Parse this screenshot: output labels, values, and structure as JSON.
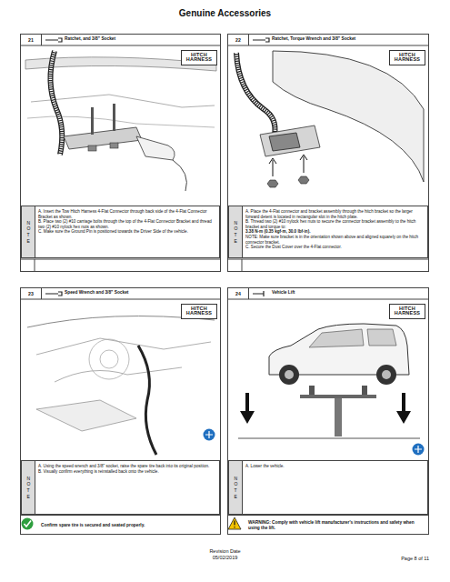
{
  "diagram": {
    "title": "Genuine Accessories",
    "nodes": [
      {
        "text": [
          "21",
          "Ratchet, and 3/8\" Socket"
        ]
      },
      {
        "text": [
          "HITCH HARNESS"
        ],
        "in": 0
      },
      {
        "text": [
          "NOTE",
          "A. Insert the Tow Hitch Harness 4-Flat Connector through back side of the 4-Flat Connector Bracket as shown.",
          "B. Place two (2) #10 carriage bolts through the top of the 4-Flat Connector Bracket and thread two (2) #10 nylock hex nuts as shown.",
          "C. Make sure the Ground Pin is positioned towards the Driver Side of the vehicle."
        ],
        "in": 0
      },
      {
        "text": [
          "22",
          "Ratchet, Torque Wrench and 3/8\" Socket"
        ]
      },
      {
        "text": [
          "HITCH HARNESS"
        ],
        "in": 3
      },
      {
        "text": [
          "NOTE",
          "A. Place the 4-Flat connector and bracket assembly through the hitch bracket so the larger forward detent is located in rectangular slot in the hitch plate.",
          "B. Thread two (2) #10 nylock hex nuts to secure the connector bracket assembly to the hitch bracket and torque to:",
          "3.38 N·m (0.35 kgf·m, 30.0 lbf·in).",
          "NOTE: Make sure bracket is in the orientation shown above and aligned squarely on the hitch connector bracket.",
          "C. Secure the Dust Cover over the 4-Flat connector."
        ],
        "in": 3
      },
      {
        "text": [
          "23",
          "Speed Wrench and 3/8\" Socket"
        ]
      },
      {
        "text": [
          "HITCH HARNESS"
        ],
        "in": 6
      },
      {
        "text": [
          "NOTE",
          "A. Using the speed wrench and 3/8\" socket, raise the spare tire back into its original position.",
          "B. Visually confirm everything is reinstalled back onto the vehicle."
        ],
        "in": 6
      },
      {
        "text": [
          "Confirm spare tire is secured and seated properly."
        ],
        "in": 6
      },
      {
        "text": [
          "24",
          "Vehicle Lift"
        ]
      },
      {
        "text": [
          "HITCH HARNESS"
        ],
        "in": 10
      },
      {
        "text": [
          "NOTE",
          "A. Lower the vehicle."
        ],
        "in": 10
      },
      {
        "text": [
          "WARNING: Comply with vehicle lift manufacturer's instructions and safety when using the lift."
        ],
        "in": 10
      }
    ],
    "labels": [
      "Revision Date",
      "05/02/2019",
      "Page 8 of 11"
    ]
  }
}
